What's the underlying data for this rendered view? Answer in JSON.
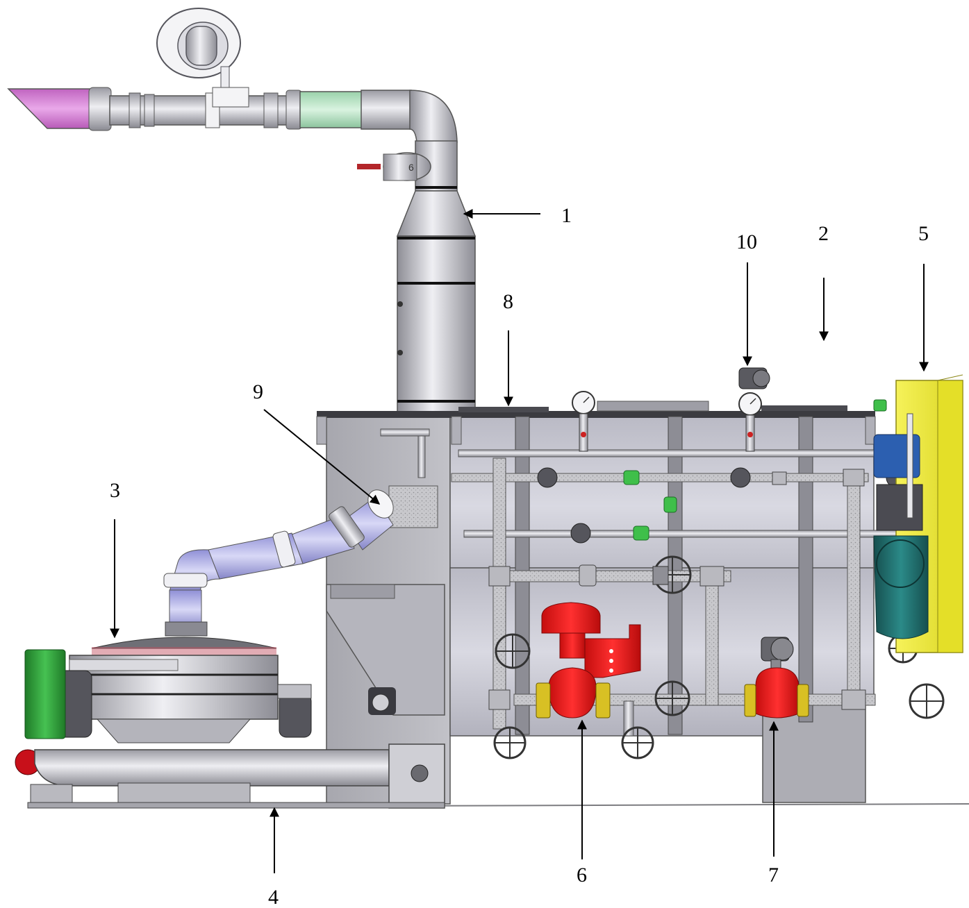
{
  "callouts": [
    {
      "id": "c1",
      "label": "1"
    },
    {
      "id": "c2",
      "label": "2"
    },
    {
      "id": "c3",
      "label": "3"
    },
    {
      "id": "c4",
      "label": "4"
    },
    {
      "id": "c5",
      "label": "5"
    },
    {
      "id": "c6",
      "label": "6"
    },
    {
      "id": "c7",
      "label": "7"
    },
    {
      "id": "c8",
      "label": "8"
    },
    {
      "id": "c9",
      "label": "9"
    },
    {
      "id": "c10",
      "label": "10"
    }
  ],
  "valve_marking": "6",
  "colors": {
    "steel": "#c6c6cc",
    "steel_dark": "#8e8e96",
    "tank": "#c9c9d3",
    "red_valve": "#e01818",
    "yellow_panel": "#f2ee3a",
    "green_motor": "#2f9e3a",
    "teal_pump": "#1f6f6e",
    "pink_cap": "#d77fd7",
    "green_pipe": "#b7e4c2",
    "lilac_pipe": "#b3b3ea"
  }
}
